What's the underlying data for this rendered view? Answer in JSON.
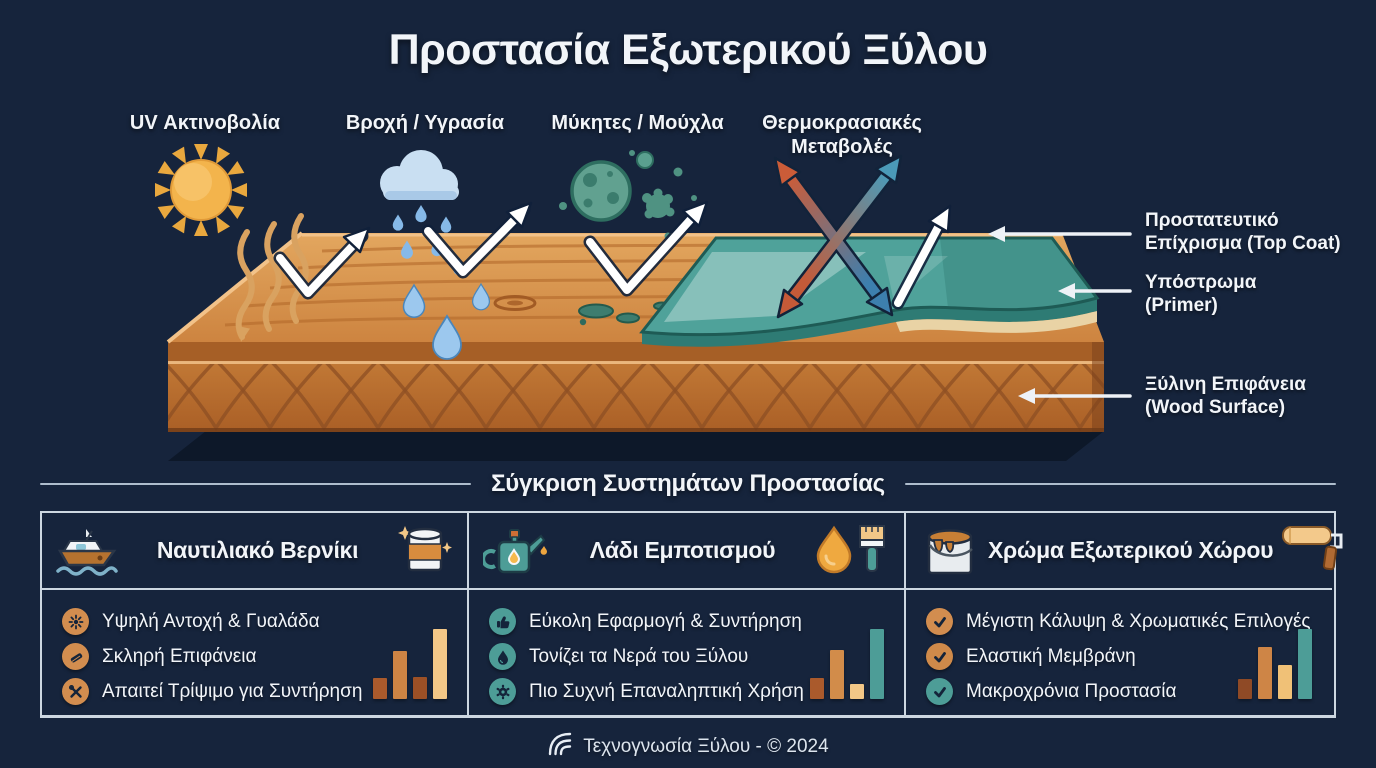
{
  "title": "Προστασία Εξωτερικού Ξύλου",
  "threats": [
    {
      "label": "UV Ακτινοβολία",
      "icon": "sun-icon"
    },
    {
      "label": "Βροχή / Υγρασία",
      "icon": "rain-cloud-icon"
    },
    {
      "label": "Μύκητες / Μούχλα",
      "icon": "mold-icon"
    },
    {
      "label": "Θερμοκρασιακές Μεταβολές",
      "icon": "temperature-arrows-icon"
    }
  ],
  "layers": [
    {
      "line1": "Προστατευτικό",
      "line2": "Επίχρισμα (Top Coat)"
    },
    {
      "line1": "Υπόστρωμα",
      "line2": "(Primer)"
    },
    {
      "line1": "Ξύλινη Επιφάνεια",
      "line2": "(Wood Surface)"
    }
  ],
  "comparison": {
    "title": "Σύγκριση Συστημάτων Προστασίας",
    "columns": [
      {
        "title": "Ναυτιλιακό Βερνίκι",
        "left_icon": "boat-icon",
        "right_icon": "varnish-can-icon",
        "features": [
          {
            "icon": "shine-icon",
            "color": "#d28d4f",
            "text": "Υψηλή Αντοχή & Γυαλάδα"
          },
          {
            "icon": "sanding-block-icon",
            "color": "#d28d4f",
            "text": "Σκληρή Επιφάνεια"
          },
          {
            "icon": "crossed-tools-icon",
            "color": "#d28d4f",
            "text": "Απαιτεί Τρίψιμο για Συντήρηση"
          }
        ],
        "chart": {
          "type": "bar",
          "values": [
            30,
            68,
            32,
            100
          ],
          "colors": [
            "#aa5a2c",
            "#cd8444",
            "#9c5026",
            "#f2c787"
          ]
        }
      },
      {
        "title": "Λάδι Εμποτισμού",
        "left_icon": "oil-can-icon",
        "right_icon": "droplet-brush-icon",
        "features": [
          {
            "icon": "thumbs-up-icon",
            "color": "#4d9d97",
            "text": "Εύκολη Εφαρμογή & Συντήρηση"
          },
          {
            "icon": "droplet-icon",
            "color": "#4d9d97",
            "text": "Τονίζει τα Νερά του Ξύλου"
          },
          {
            "icon": "gear-icon",
            "color": "#4d9d97",
            "text": "Πιο Συχνή Επαναληπτική Χρήση"
          }
        ],
        "chart": {
          "type": "bar",
          "values": [
            30,
            70,
            22,
            100
          ],
          "colors": [
            "#aa5a2c",
            "#d28c4a",
            "#f2c787",
            "#4d9d97"
          ]
        }
      },
      {
        "title": "Χρώμα Εξωτερικού Χώρου",
        "left_icon": "paint-can-icon",
        "right_icon": "paint-roller-icon",
        "features": [
          {
            "icon": "check-icon",
            "color": "#d28d4f",
            "text": "Μέγιστη Κάλυψη & Χρωματικές Επιλογές"
          },
          {
            "icon": "check-icon",
            "color": "#cf8a4a",
            "text": "Ελαστική Μεμβράνη"
          },
          {
            "icon": "check-icon",
            "color": "#4d9d97",
            "text": "Μακροχρόνια Προστασία"
          }
        ],
        "chart": {
          "type": "bar",
          "values": [
            28,
            74,
            48,
            100
          ],
          "colors": [
            "#8f4a26",
            "#ce8546",
            "#f0c177",
            "#4d9d97"
          ]
        }
      }
    ]
  },
  "footer": {
    "text": "Τεχνογνωσία Ξύλου - © 2024",
    "logo": "wood-grain-logo"
  },
  "palette": {
    "background": "#16243c",
    "wood_light": "#e3a75f",
    "wood_dark": "#aa5f26",
    "coat_teal": "#4fa29a",
    "accent_orange": "#d28d4f",
    "accent_teal": "#4d9d97",
    "border_light": "#cdd7e1"
  }
}
